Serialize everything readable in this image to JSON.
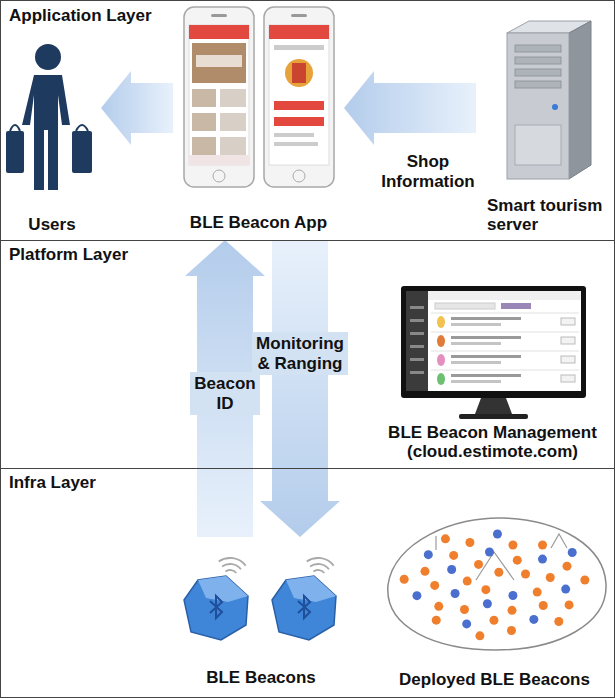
{
  "diagram": {
    "nodes": [
      {
        "text": [
          "Application Layer"
        ]
      },
      {
        "text": [
          "Users"
        ],
        "in": 0
      },
      {
        "text": [
          "BLE Beacon App"
        ],
        "in": 0
      },
      {
        "text": [
          "Smart tourism server"
        ],
        "in": 0
      },
      {
        "text": [
          "Platform Layer"
        ]
      },
      {
        "text": [
          "BLE Beacon Management (cloud.estimote.com)"
        ],
        "in": 4
      },
      {
        "text": [
          "Infra Layer"
        ]
      },
      {
        "text": [
          "BLE Beacons"
        ],
        "in": 6
      },
      {
        "text": [
          "Deployed BLE Beacons"
        ],
        "in": 6
      }
    ],
    "edges": [
      {
        "from": 3,
        "to": 2,
        "label": "Shop Information",
        "arrow": "to"
      },
      {
        "from": 2,
        "to": 1,
        "arrow": "to"
      },
      {
        "from": 7,
        "to": 2,
        "label": "Beacon ID",
        "arrow": "to"
      },
      {
        "from": 2,
        "to": 7,
        "label": "Monitoring & Ranging",
        "arrow": "to"
      }
    ]
  }
}
